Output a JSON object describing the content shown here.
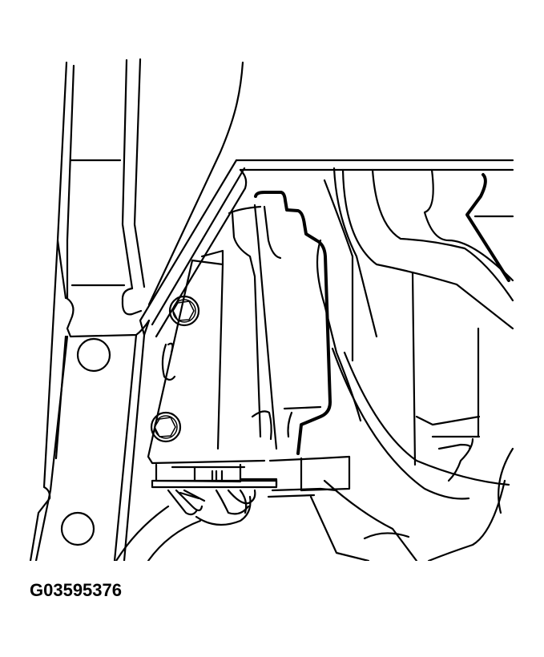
{
  "figure": {
    "id_label": "G03595376",
    "description": "Line drawing: control module mounted on bracket with two bolts and electrical connector, behind dash panel",
    "colors": {
      "line": "#000000",
      "background": "#ffffff"
    },
    "components": [
      {
        "name": "a-pillar-trim"
      },
      {
        "name": "mounting-bracket"
      },
      {
        "name": "bolt-upper"
      },
      {
        "name": "bolt-lower"
      },
      {
        "name": "control-module"
      },
      {
        "name": "electrical-connector"
      },
      {
        "name": "wiring-harness"
      },
      {
        "name": "dash-support-member"
      },
      {
        "name": "duct"
      }
    ]
  }
}
